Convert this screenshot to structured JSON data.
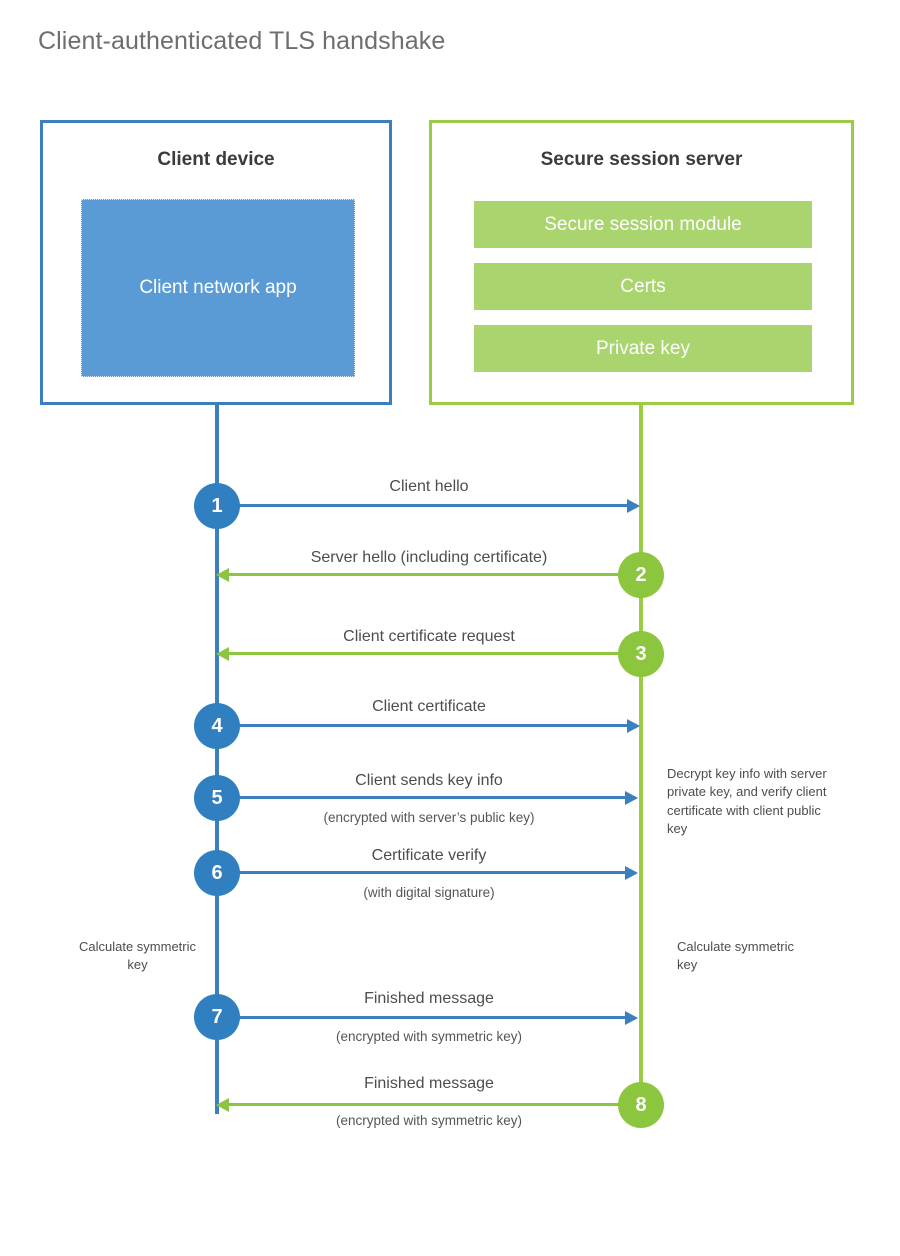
{
  "title": "Client-authenticated TLS handshake",
  "colors": {
    "client_blue": "#3c7fbe",
    "client_app_fill": "#5b9bd5",
    "server_green": "#9ccb44",
    "server_row_fill": "#a9d46e",
    "step_blue": "#2f7fc1",
    "step_green": "#8cc63f",
    "title_gray": "#6e6e6e",
    "text_gray": "#4d4d4d",
    "background": "#ffffff"
  },
  "actors": {
    "client": {
      "title": "Client device",
      "app_label": "Client network app"
    },
    "server": {
      "title": "Secure session server",
      "components": [
        "Secure session module",
        "Certs",
        "Private key"
      ]
    }
  },
  "notes": {
    "server_decrypt": "Decrypt key info with server private key, and verify client certificate with client public key",
    "client_calculate": "Calculate symmetric key",
    "server_calculate": "Calculate symmetric key"
  },
  "steps": [
    {
      "number": "1",
      "label": "Client hello",
      "sub": "",
      "direction": "client-to-server",
      "color": "blue"
    },
    {
      "number": "2",
      "label": "Server hello (including certificate)",
      "sub": "",
      "direction": "server-to-client",
      "color": "green"
    },
    {
      "number": "3",
      "label": "Client certificate request",
      "sub": "",
      "direction": "server-to-client",
      "color": "green"
    },
    {
      "number": "4",
      "label": "Client certificate",
      "sub": "",
      "direction": "client-to-server",
      "color": "blue"
    },
    {
      "number": "5",
      "label": "Client sends key info",
      "sub": "(encrypted with server’s public key)",
      "direction": "client-to-server",
      "color": "blue"
    },
    {
      "number": "6",
      "label": "Certificate verify",
      "sub": "(with digital signature)",
      "direction": "client-to-server",
      "color": "blue"
    },
    {
      "number": "7",
      "label": "Finished message",
      "sub": "(encrypted with symmetric key)",
      "direction": "client-to-server",
      "color": "blue"
    },
    {
      "number": "8",
      "label": "Finished message",
      "sub": "(encrypted with symmetric key)",
      "direction": "server-to-client",
      "color": "green"
    }
  ],
  "chart_data": {
    "type": "diagram",
    "diagram_kind": "sequence-diagram",
    "title": "Client-authenticated TLS handshake",
    "participants": [
      "Client device",
      "Secure session server"
    ],
    "messages": [
      {
        "seq": 1,
        "from": "Client device",
        "to": "Secure session server",
        "text": "Client hello"
      },
      {
        "seq": 2,
        "from": "Secure session server",
        "to": "Client device",
        "text": "Server hello (including certificate)"
      },
      {
        "seq": 3,
        "from": "Secure session server",
        "to": "Client device",
        "text": "Client certificate request"
      },
      {
        "seq": 4,
        "from": "Client device",
        "to": "Secure session server",
        "text": "Client certificate"
      },
      {
        "seq": 5,
        "from": "Client device",
        "to": "Secure session server",
        "text": "Client sends key info",
        "note": "(encrypted with server’s public key)"
      },
      {
        "seq": 6,
        "from": "Client device",
        "to": "Secure session server",
        "text": "Certificate verify",
        "note": "(with digital signature)"
      },
      {
        "seq": 7,
        "from": "Client device",
        "to": "Secure session server",
        "text": "Finished message",
        "note": "(encrypted with symmetric key)"
      },
      {
        "seq": 8,
        "from": "Secure session server",
        "to": "Client device",
        "text": "Finished message",
        "note": "(encrypted with symmetric key)"
      }
    ]
  }
}
